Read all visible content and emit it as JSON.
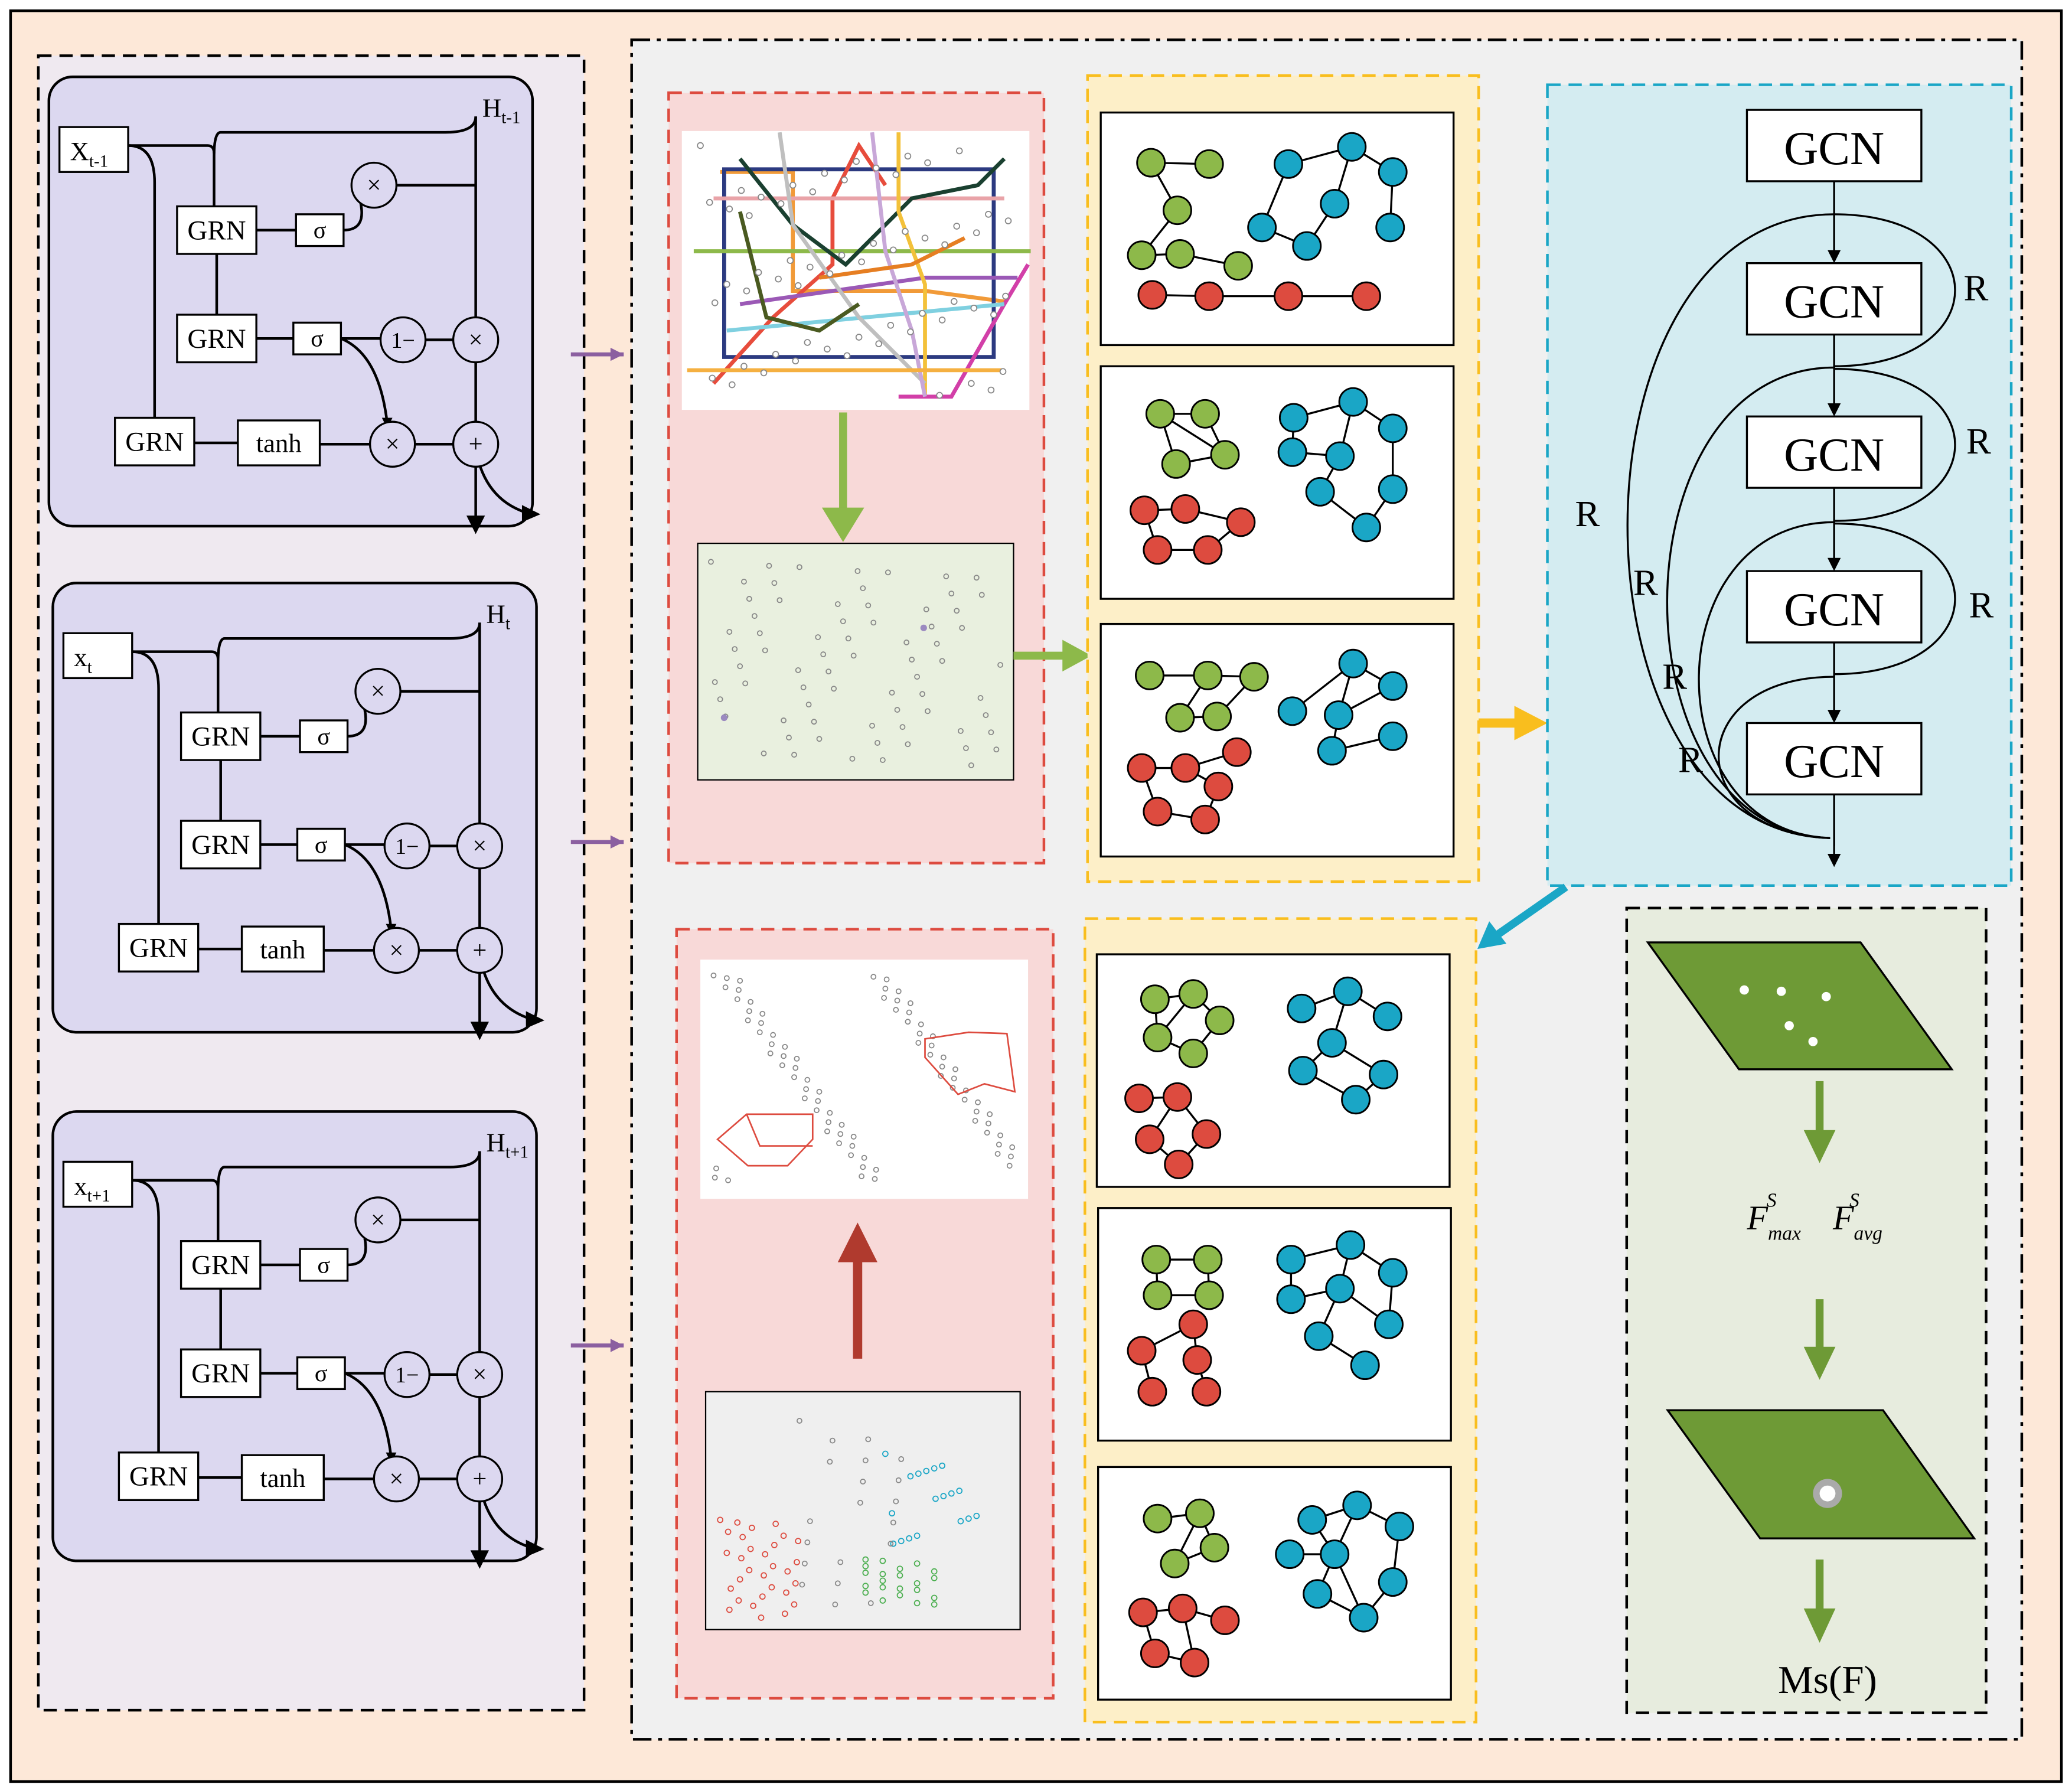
{
  "lstm_cells": [
    {
      "x_label": "X",
      "x_sub": "t-1",
      "h_label": "H",
      "h_sub": "t-1"
    },
    {
      "x_label": "x",
      "x_sub": "t",
      "h_label": "H",
      "h_sub": "t"
    },
    {
      "x_label": "x",
      "x_sub": "t+1",
      "h_label": "H",
      "h_sub": "t+1"
    }
  ],
  "cell_labels": {
    "grn": "GRN",
    "sigma": "σ",
    "tanh": "tanh",
    "times": "×",
    "plus": "+",
    "one_minus": "1−"
  },
  "gcn": {
    "block_label": "GCN",
    "residual_label": "R"
  },
  "attention": {
    "f_max": "F",
    "f_max_sup": "S",
    "f_max_sub": "max",
    "f_avg": "F",
    "f_avg_sup": "S",
    "f_avg_sub": "avg",
    "output": "Ms(F)"
  },
  "colors": {
    "outer_bg": "#fde8d8",
    "left_panel_bg": "#efe9f0",
    "cell_fill": "#dcd8f0",
    "right_panel_bg": "#f0f0f0",
    "red_panel": "#f8d9d8",
    "yellow_panel": "#fdefc8",
    "gcn_panel": "#d4ecf1",
    "att_panel": "#e7ecde",
    "node_green": "#8db94a",
    "node_red": "#dd4b3f",
    "node_blue": "#1aa6c6",
    "arrow_purple": "#8b5fa0",
    "arrow_green": "#8db94a",
    "arrow_yellow": "#f9be1e",
    "arrow_blue": "#1aa6c6",
    "arrow_darkred": "#b03a2e",
    "plane_green": "#6e9a36"
  }
}
